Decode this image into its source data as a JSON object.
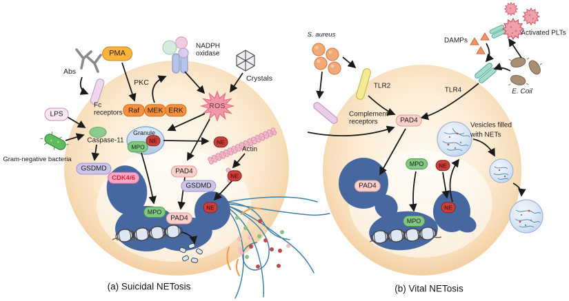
{
  "figure": {
    "panel_a_caption": "(a) Suicidal NETosis",
    "panel_b_caption": "(b) Vital NETosis"
  },
  "a": {
    "abs": "Abs",
    "pma": "PMA",
    "pkc": "PKC",
    "nadph_1": "NADPH",
    "nadph_2": "oxidase",
    "crystals": "Crystals",
    "fc_1": "Fc",
    "fc_2": "receptors",
    "lps": "LPS",
    "raf": "Raf",
    "mek": "MEK",
    "erk": "ERK",
    "ros": "ROS",
    "caspase": "Caspase-11",
    "gram_negative": "Gram-negative bacteria",
    "granule": "Granule",
    "mpo": "MPO",
    "ne": "NE",
    "gsdmd": "GSDMD",
    "cdk46": "CDK4/6",
    "pad4": "PAD4",
    "actin": "Actin"
  },
  "b": {
    "s_aureus": "S. aureus",
    "damps": "DAMPs",
    "activated_plts": "Activated PLTs",
    "tlr2": "TLR2",
    "tlr4": "TLR4",
    "e_coil": "E. Coil",
    "complement_1": "Complement",
    "complement_2": "receptors",
    "vesicles_1": "Vesicles filled",
    "vesicles_2": "with NETs",
    "pad4": "PAD4",
    "mpo": "MPO",
    "ne": "NE"
  },
  "colors": {
    "cell_fill": "#FBEDD6",
    "cell_edge": "#EFC18C",
    "nucleus_blue": "#46679F",
    "mpo_green": "#82C882",
    "ne_red": "#C4423E",
    "pad4_pink": "#F9D0CB",
    "gsdmd_lavender": "#CBC6E8",
    "cdk_pink": "#F7A6CA",
    "cdk_text_red": "#D6262B",
    "kinase_orange": "#F68F3E",
    "pma_yellow": "#F9B33C",
    "ros_pink": "#F297A8",
    "granule_blue": "#C9DDF0",
    "vesicle_blue": "#DCE8F6",
    "tlr2_yellow": "#F3EA96",
    "tlr4_teal": "#A7DCCC",
    "platelet_pink": "#F0A0AA",
    "net_fiber_teal": "#3C80A8",
    "arrow_black": "#1A1A1A"
  }
}
